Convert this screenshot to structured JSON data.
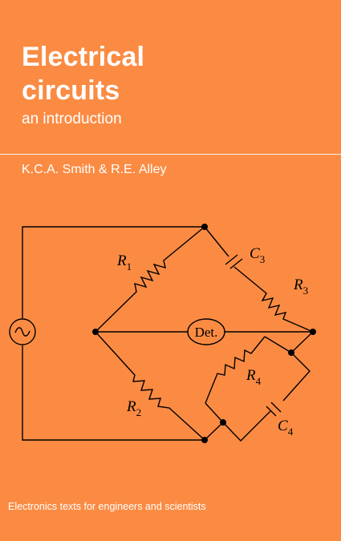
{
  "cover": {
    "title_line1": "Electrical",
    "title_line2": "circuits",
    "subtitle": "an introduction",
    "authors": "K.C.A. Smith & R.E. Alley",
    "series": "Electronics texts for engineers and scientists"
  },
  "circuit": {
    "r1": "R",
    "r1_sub": "1",
    "r2": "R",
    "r2_sub": "2",
    "r3": "R",
    "r3_sub": "3",
    "r4": "R",
    "r4_sub": "4",
    "c3": "C",
    "c3_sub": "3",
    "c4": "C",
    "c4_sub": "4",
    "detector": "Det."
  },
  "colors": {
    "background": "#fb8b43",
    "text": "#ffffff",
    "line": "#000000"
  }
}
